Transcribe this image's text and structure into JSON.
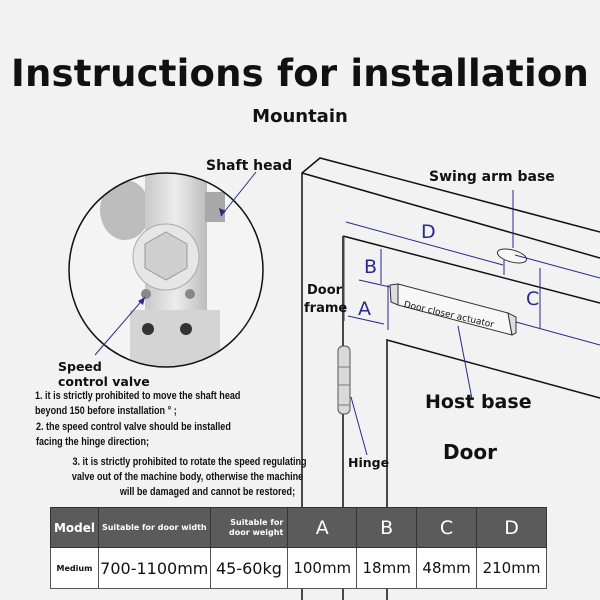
{
  "title": "Instructions for installation",
  "brand": "Mountain",
  "labels": {
    "shaft_head": "Shaft head",
    "speed_control_valve_line1": "Speed",
    "speed_control_valve_line2": "control valve",
    "swing_arm_base": "Swing arm base",
    "door_frame_line1": "Door",
    "door_frame_line2": "frame",
    "door_closer_actuator": "Door closer actuator",
    "host_base": "Host base",
    "door": "Door",
    "hinge": "Hinge"
  },
  "dimensions": {
    "a": "A",
    "b": "B",
    "c": "C",
    "d": "D"
  },
  "notes": {
    "n1_line1": "1. it is strictly prohibited to move the shaft head",
    "n1_line2": "beyond 150 before installation ° ;",
    "n2_line1": "2. the speed control valve should be installed",
    "n2_line2": "facing the hinge direction;",
    "n3_line1": "3. it is strictly prohibited to rotate the speed regulating",
    "n3_line2": "valve out of the machine body, otherwise the machine",
    "n3_line3": "will be damaged and cannot be restored;"
  },
  "table": {
    "headers": [
      "Model",
      "Suitable for door width",
      "Suitable for door weight",
      "A",
      "B",
      "C",
      "D"
    ],
    "rows": [
      [
        "Medium",
        "700-1100mm",
        "45-60kg",
        "100mm",
        "18mm",
        "48mm",
        "210mm"
      ]
    ]
  },
  "colors": {
    "dimension_lines": "#2a2a8a",
    "table_header": "#5b5b5b"
  }
}
